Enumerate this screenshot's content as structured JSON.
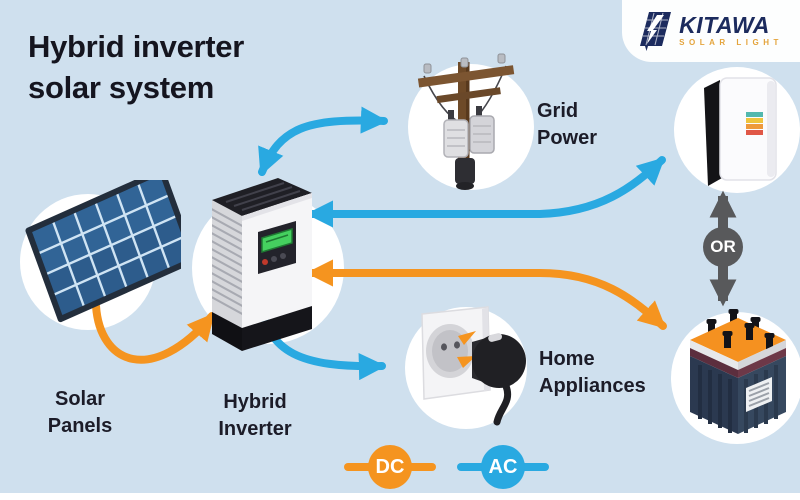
{
  "title": {
    "line1": "Hybrid inverter",
    "line2": "solar system"
  },
  "logo": {
    "brand": "KITAWA",
    "tagline": "SOLAR LIGHT"
  },
  "nodes": {
    "solar_panels": {
      "line1": "Solar",
      "line2": "Panels"
    },
    "hybrid_inverter": {
      "line1": "Hybrid",
      "line2": "Inverter"
    },
    "grid_power": {
      "line1": "Grid",
      "line2": "Power"
    },
    "home_appliances": {
      "line1": "Home",
      "line2": "Appliances"
    },
    "wall_battery": {
      "description": "wall-mounted battery unit"
    },
    "battery_bank": {
      "description": "battery bank"
    },
    "or_badge": {
      "label": "OR"
    }
  },
  "legend": {
    "dc_label": "DC",
    "ac_label": "AC"
  },
  "colors": {
    "background": "#cfe0ee",
    "ac_blue": "#29a9e1",
    "dc_orange": "#f5941f",
    "or_gray": "#58595b",
    "text_dark": "#1c1c28",
    "logo_navy": "#1c2b5e",
    "logo_gold": "#e4a43c"
  },
  "connections": [
    {
      "from": "solar-panels",
      "to": "hybrid-inverter",
      "type": "DC",
      "direction": "one-way"
    },
    {
      "from": "hybrid-inverter",
      "to": "grid-power",
      "type": "AC",
      "direction": "two-way"
    },
    {
      "from": "hybrid-inverter",
      "to": "wall-battery",
      "type": "AC",
      "direction": "two-way"
    },
    {
      "from": "hybrid-inverter",
      "to": "battery-bank",
      "type": "DC",
      "direction": "two-way"
    },
    {
      "from": "hybrid-inverter",
      "to": "home-appliances",
      "type": "AC",
      "direction": "one-way"
    },
    {
      "from": "wall-battery",
      "to": "battery-bank",
      "type": "OR",
      "direction": "two-way"
    }
  ]
}
